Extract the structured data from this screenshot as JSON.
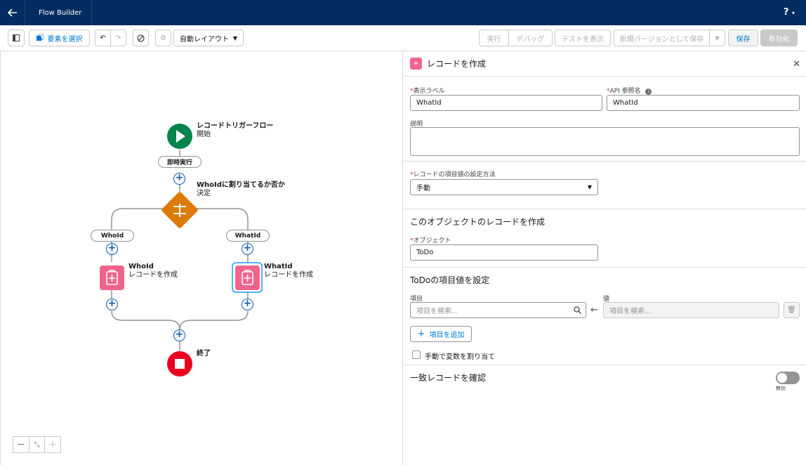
{
  "header": {
    "app_title": "Flow Builder",
    "help_label": "?"
  },
  "toolbar": {
    "select_elements": "要素を選択",
    "layout_select": "自動レイアウト",
    "run": "実行",
    "debug": "デバッグ",
    "view_tests": "テストを表示",
    "save_as_new_version": "新規バージョンとして保存",
    "save": "保存",
    "activate": "有効化"
  },
  "canvas": {
    "start": {
      "title": "レコードトリガーフロー",
      "subtitle": "開始"
    },
    "run_immediately": "即時実行",
    "decision": {
      "title": "WhoIdに割り当てるか否か",
      "subtitle": "決定"
    },
    "branch_left": "WhoId",
    "branch_right": "WhatId",
    "left_node": {
      "title": "WhoId",
      "subtitle": "レコードを作成"
    },
    "right_node": {
      "title": "WhatId",
      "subtitle": "レコードを作成"
    },
    "end": {
      "title": "終了"
    }
  },
  "panel": {
    "title": "レコードを作成",
    "label_field": {
      "label": "表示ラベル",
      "value": "WhatId"
    },
    "api_field": {
      "label": "API 参照名",
      "value": "WhatId"
    },
    "description_label": "説明",
    "set_method": {
      "label": "レコードの項目値の設定方法",
      "value": "手動"
    },
    "object_section": "このオブジェクトのレコードを作成",
    "object_field": {
      "label": "オブジェクト",
      "value": "ToDo"
    },
    "field_values_section": "ToDoの項目値を設定",
    "field_col": "項目",
    "value_col": "値",
    "field_search_placeholder": "項目を検索...",
    "value_search_placeholder": "項目を検索...",
    "add_field": "項目を追加",
    "manual_assign": "手動で変数を割り当て",
    "check_matching": "一致レコードを確認",
    "toggle_state": "無効"
  },
  "colors": {
    "header_bg": "#032d60",
    "start_green": "#04844b",
    "decision_orange": "#dd7a01",
    "create_pink": "#f0648c",
    "end_red": "#ea001e",
    "link_blue": "#0176d3"
  }
}
